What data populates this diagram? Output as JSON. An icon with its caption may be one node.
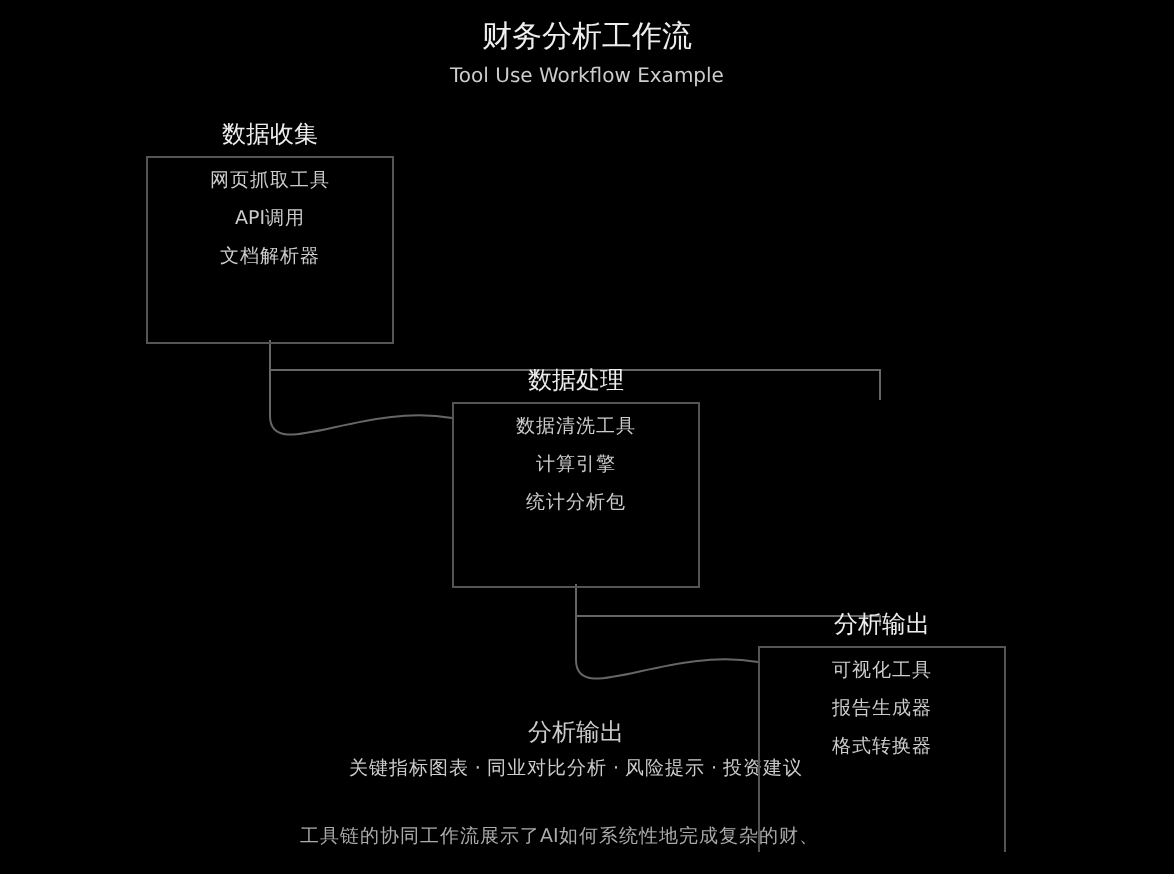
{
  "diagram": {
    "title": "财务分析工作流",
    "nodes": [
      {
        "text": [
          "数据收集",
          "网页抓取工具",
          "API调用",
          "文档解析器"
        ]
      },
      {
        "text": [
          "数据处理",
          "数据清洗工具",
          "计算引擎",
          "统计分析包"
        ]
      },
      {
        "text": [
          "分析输出",
          "可视化工具",
          "报告生成器",
          "格式转换器"
        ]
      }
    ],
    "edges": [
      {
        "from": 0,
        "to": 1,
        "arrow": "none"
      },
      {
        "from": 1,
        "to": 2,
        "arrow": "none"
      }
    ],
    "labels": [
      "Tool Use Workflow Example",
      "分析输出",
      "关键指标图表 · 同业对比分析 · 风险提示 · 投资建议"
    ],
    "caption": "工具链的协同工作流展示了AI如何系统性地完成复杂的财、"
  }
}
